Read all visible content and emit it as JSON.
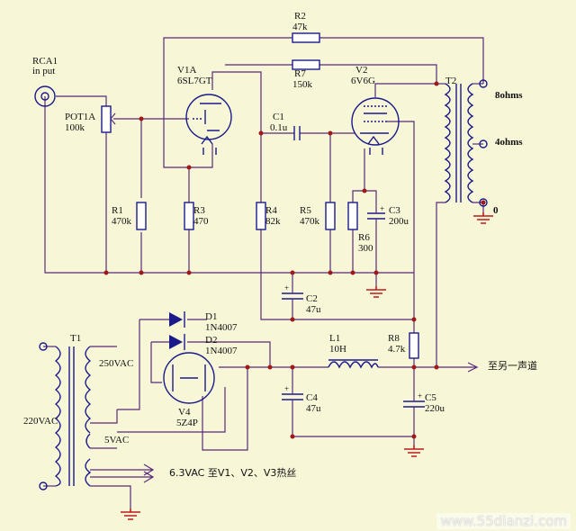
{
  "labels": {
    "rca1": "RCA1",
    "rca1_sub": "in put",
    "pot1a": "POT1A",
    "pot1a_val": "100k",
    "v1a": "V1A",
    "v1a_type": "6SL7GT",
    "r2": "R2",
    "r2_val": "47k",
    "r7": "R7",
    "r7_val": "150k",
    "v2": "V2",
    "v2_type": "6V6G",
    "t2": "T2",
    "tap_8": "8ohms",
    "tap_4": "4ohms",
    "tap_0": "0",
    "c1": "C1",
    "c1_val": "0.1u",
    "r1": "R1",
    "r1_val": "470k",
    "r3": "R3",
    "r3_val": "470",
    "r4": "R4",
    "r4_val": "82k",
    "r5": "R5",
    "r5_val": "470k",
    "r6": "R6",
    "r6_val": "300",
    "c3": "C3",
    "c3_val": "200u",
    "c2": "C2",
    "c2_val": "47u",
    "d1": "D1",
    "d1_type": "1N4007",
    "d2": "D2",
    "d2_type": "1N4007",
    "t1": "T1",
    "sec_250": "250VAC",
    "pri_220": "220VAC",
    "sec_5": "5VAC",
    "sec_63": "6.3VAC 至V1、V2、V3热丝",
    "v4": "V4",
    "v4_type": "5Z4P",
    "l1": "L1",
    "l1_val": "10H",
    "r8": "R8",
    "r8_val": "4.7k",
    "to_other": "至另一声道",
    "c4": "C4",
    "c4_val": "47u",
    "c5": "C5",
    "c5_val": "220u",
    "watermark": "www.55dianzi.com"
  }
}
